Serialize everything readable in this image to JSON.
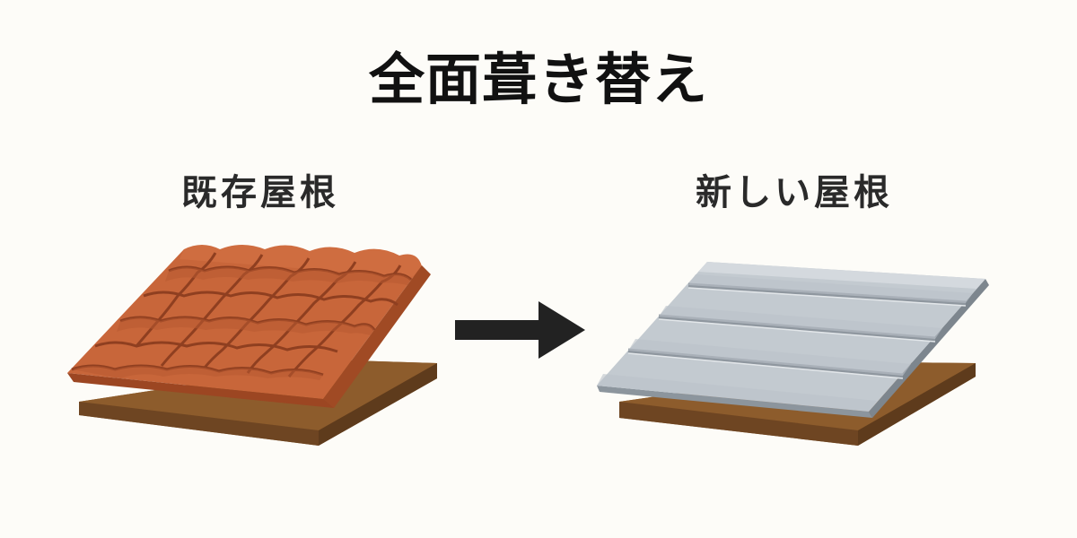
{
  "title": "全面葺き替え",
  "before_label": "既存屋根",
  "after_label": "新しい屋根",
  "colors": {
    "background": "#fdfcf8",
    "tile": "#c8663a",
    "tile_dark": "#8f3f20",
    "board": "#8a5a2b",
    "board_dark": "#6b4320",
    "metal": "#c3cad0",
    "metal_dark": "#8c959d",
    "arrow": "#222222"
  }
}
